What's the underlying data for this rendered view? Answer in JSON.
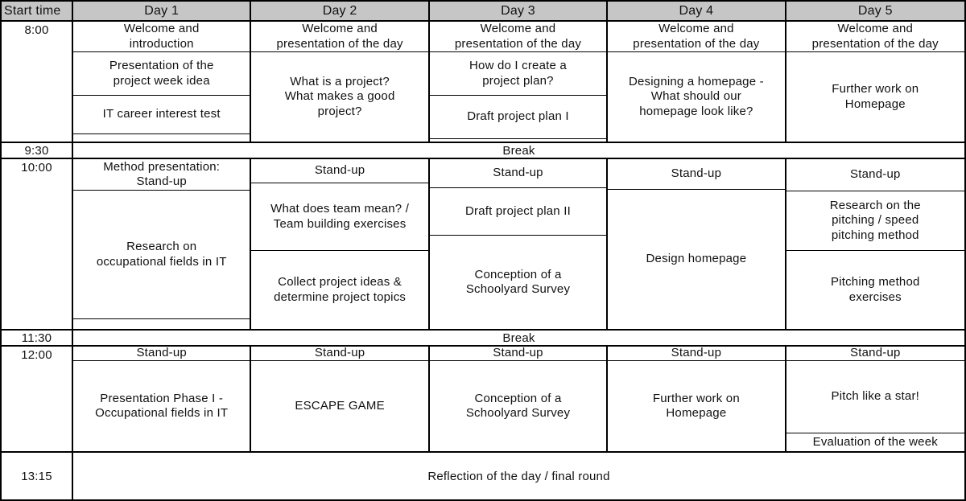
{
  "schedule": {
    "title_semantic": "Project week timetable",
    "colors": {
      "header_bg": "#c6c6c6",
      "border": "#000000",
      "cell_bg": "#ffffff",
      "text": "#111111"
    },
    "header": {
      "time": "Start time",
      "days": [
        "Day 1",
        "Day 2",
        "Day 3",
        "Day 4",
        "Day 5"
      ]
    },
    "times": {
      "t0800": "8:00",
      "t0930": "9:30",
      "t1000": "10:00",
      "t1130": "11:30",
      "t1200": "12:00",
      "t1315": "13:15"
    },
    "break_label": "Break",
    "reflection": "Reflection of the day / final round",
    "b0800": {
      "day1": [
        "Welcome and\nintroduction",
        "Presentation of the\nproject week idea",
        "IT career interest test"
      ],
      "day2": [
        "Welcome and\npresentation of the day",
        "What is a project?\nWhat makes a good\nproject?"
      ],
      "day3": [
        "Welcome and\npresentation of the day",
        "How do I create a\nproject plan?",
        "Draft project plan I"
      ],
      "day4": [
        "Welcome and\npresentation of the day",
        "Designing a homepage -\nWhat should our\nhomepage look like?"
      ],
      "day5": [
        "Welcome and\npresentation of the day",
        "Further work on\nHomepage"
      ]
    },
    "b1000": {
      "day1": [
        "Method presentation:\nStand-up",
        "Research on\noccupational fields in IT"
      ],
      "day2": [
        "Stand-up",
        "What does team mean? /\nTeam building exercises",
        "Collect project ideas &\ndetermine project topics"
      ],
      "day3": [
        "Stand-up",
        "Draft project plan II",
        "Conception of a\nSchoolyard Survey"
      ],
      "day4": [
        "Stand-up",
        "Design homepage"
      ],
      "day5": [
        "Stand-up",
        "Research on the\npitching / speed\npitching method",
        "Pitching method\nexercises"
      ]
    },
    "b1200": {
      "day1": [
        "Stand-up",
        "Presentation Phase I -\nOccupational fields in IT"
      ],
      "day2": [
        "Stand-up",
        "ESCAPE GAME"
      ],
      "day3": [
        "Stand-up",
        "Conception of a\nSchoolyard Survey"
      ],
      "day4": [
        "Stand-up",
        "Further work on\nHomepage"
      ],
      "day5": [
        "Stand-up",
        "Pitch like a star!",
        "Evaluation of the week"
      ]
    }
  }
}
